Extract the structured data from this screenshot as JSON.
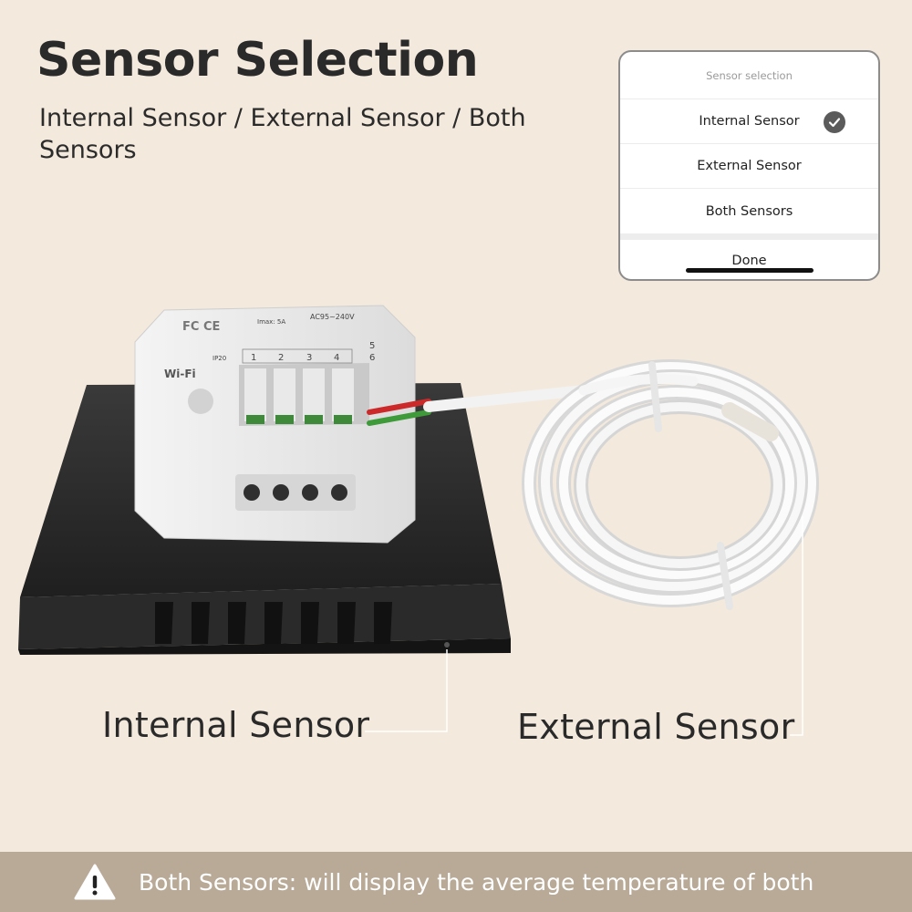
{
  "header": {
    "title": "Sensor Selection",
    "subtitle": "Internal Sensor / External Sensor / Both Sensors"
  },
  "sheet": {
    "title": "Sensor selection",
    "options": [
      "Internal Sensor",
      "External Sensor",
      "Both Sensors"
    ],
    "selected": "Internal Sensor",
    "done_label": "Done"
  },
  "device": {
    "rating_text": "AC95~240V",
    "imax_text": "Imax: 5A",
    "wifi_text": "Wi-Fi",
    "terminals": [
      "1",
      "2",
      "3",
      "4"
    ],
    "ntc_terminals": [
      "5",
      "6"
    ],
    "ip_text": "IP20"
  },
  "labels": {
    "internal": "Internal Sensor",
    "external": "External Sensor"
  },
  "footer": {
    "note": "Both Sensors: will display the average temperature of both"
  },
  "colors": {
    "background": "#f3e9dc",
    "banner": "#b9aa97",
    "panel": "#2b2b2b",
    "check": "#5b5b5b"
  },
  "icons": [
    "checkmark-icon",
    "warning-icon"
  ]
}
